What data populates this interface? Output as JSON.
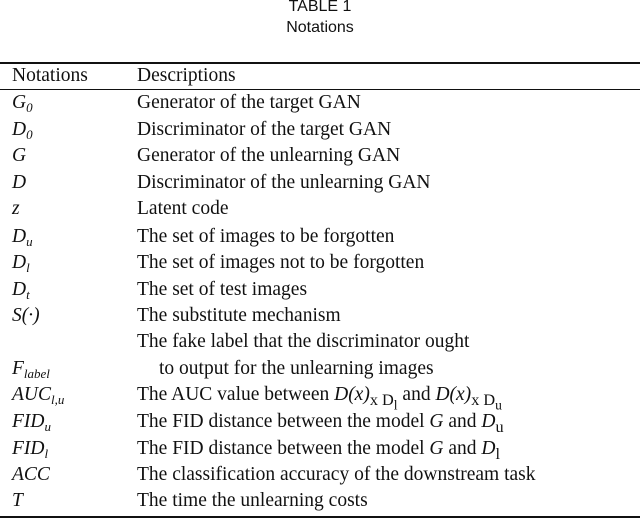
{
  "caption": {
    "number": "TABLE 1",
    "title": "Notations"
  },
  "table": {
    "headers": {
      "symbol": "Notations",
      "description": "Descriptions"
    },
    "rows": [
      {
        "symbol": "G",
        "sub": "0",
        "description": "Generator of the target GAN"
      },
      {
        "symbol": "D",
        "sub": "0",
        "description": "Discriminator of the target GAN"
      },
      {
        "symbol": "G",
        "sub": "",
        "description": "Generator of the unlearning GAN"
      },
      {
        "symbol": "D",
        "sub": "",
        "description": "Discriminator of the unlearning GAN"
      },
      {
        "symbol": "z",
        "sub": "",
        "description": "Latent code"
      },
      {
        "symbol": "D",
        "sub": "u",
        "description": "The set of images to be forgotten"
      },
      {
        "symbol": "D",
        "sub": "l",
        "description": "The set of images not to be forgotten"
      },
      {
        "symbol": "D",
        "sub": "t",
        "description": "The set of test images"
      },
      {
        "symbol": "S(·)",
        "sub": "",
        "description": "The substitute mechanism"
      },
      {
        "symbol": "F",
        "sub": "label",
        "description_line1": "The fake label that the discriminator ought",
        "description_line2": "to output for the unlearning images"
      },
      {
        "symbol": "AUC",
        "sub": "l,u",
        "description_pre": "The AUC value between ",
        "expr1": "D(x)",
        "expr1_sub": "x D",
        "expr1_subsub": "l",
        "description_mid": " and ",
        "expr2": "D(x)",
        "expr2_sub": "x D",
        "expr2_subsub": "u"
      },
      {
        "symbol": "FID",
        "sub": "u",
        "description_pre": "The FID distance between the model ",
        "model": "G",
        "description_mid": " and ",
        "set": "D",
        "set_sub": "u"
      },
      {
        "symbol": "FID",
        "sub": "l",
        "description_pre": "The FID distance between the model ",
        "model": "G",
        "description_mid": " and ",
        "set": "D",
        "set_sub": "l"
      },
      {
        "symbol": "ACC",
        "sub": "",
        "description": "The classification accuracy of the downstream task"
      },
      {
        "symbol": "T",
        "sub": "",
        "description": "The time the unlearning costs"
      }
    ]
  }
}
